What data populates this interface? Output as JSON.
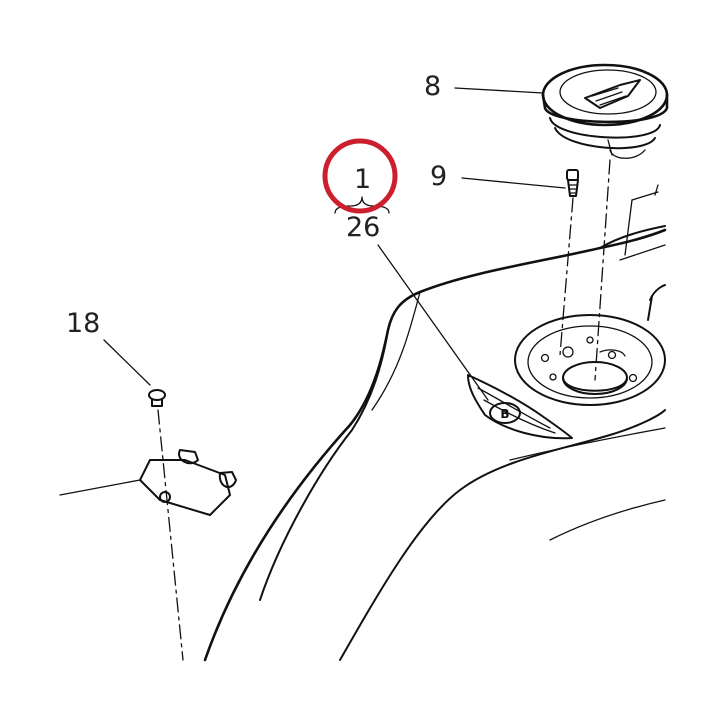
{
  "diagram": {
    "callouts": {
      "part_1": "1",
      "part_26": "26",
      "part_8": "8",
      "part_9": "9",
      "part_18": "18"
    },
    "highlight_color": "#cc1f2e"
  }
}
